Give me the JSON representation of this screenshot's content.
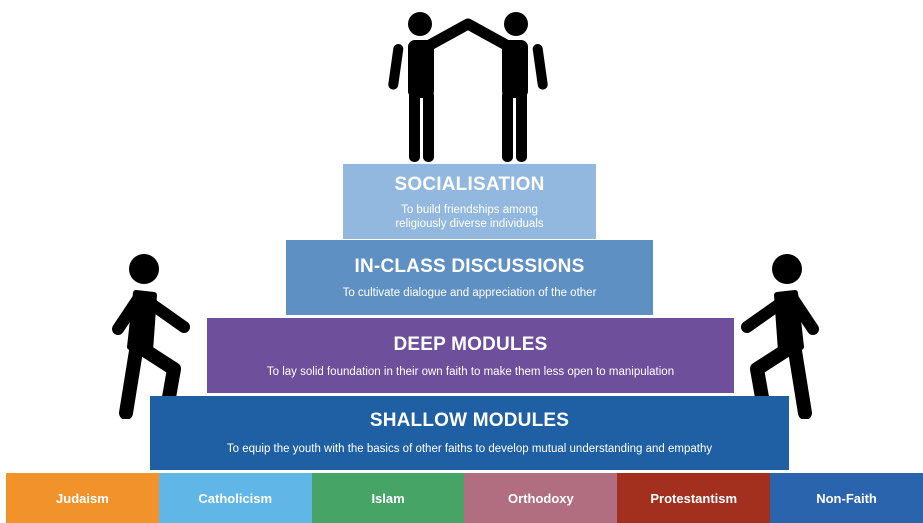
{
  "tiers": [
    {
      "title": "SOCIALISATION",
      "subtitle": "To build friendships among religiously diverse individuals",
      "color": "#92b8e0"
    },
    {
      "title": "IN-CLASS DISCUSSIONS",
      "subtitle": "To cultivate dialogue and appreciation of the other",
      "color": "#5f90c4"
    },
    {
      "title": "DEEP MODULES",
      "subtitle": "To lay solid foundation in their own faith to make them less open to manipulation",
      "color": "#6e4f9c"
    },
    {
      "title": "SHALLOW MODULES",
      "subtitle": "To equip the youth with the basics of other faiths to develop mutual understanding and empathy",
      "color": "#1f5fa4"
    }
  ],
  "faiths": [
    {
      "label": "Judaism",
      "color": "#f2922a"
    },
    {
      "label": "Catholicism",
      "color": "#60b6e6"
    },
    {
      "label": "Islam",
      "color": "#46a467"
    },
    {
      "label": "Orthodoxy",
      "color": "#b06e80"
    },
    {
      "label": "Protestantism",
      "color": "#a32f1f"
    },
    {
      "label": "Non-Faith",
      "color": "#2a64ac"
    }
  ],
  "icons": {
    "top": "two-people-joining-hands-icon",
    "left": "person-climbing-icon",
    "right": "person-climbing-icon"
  }
}
